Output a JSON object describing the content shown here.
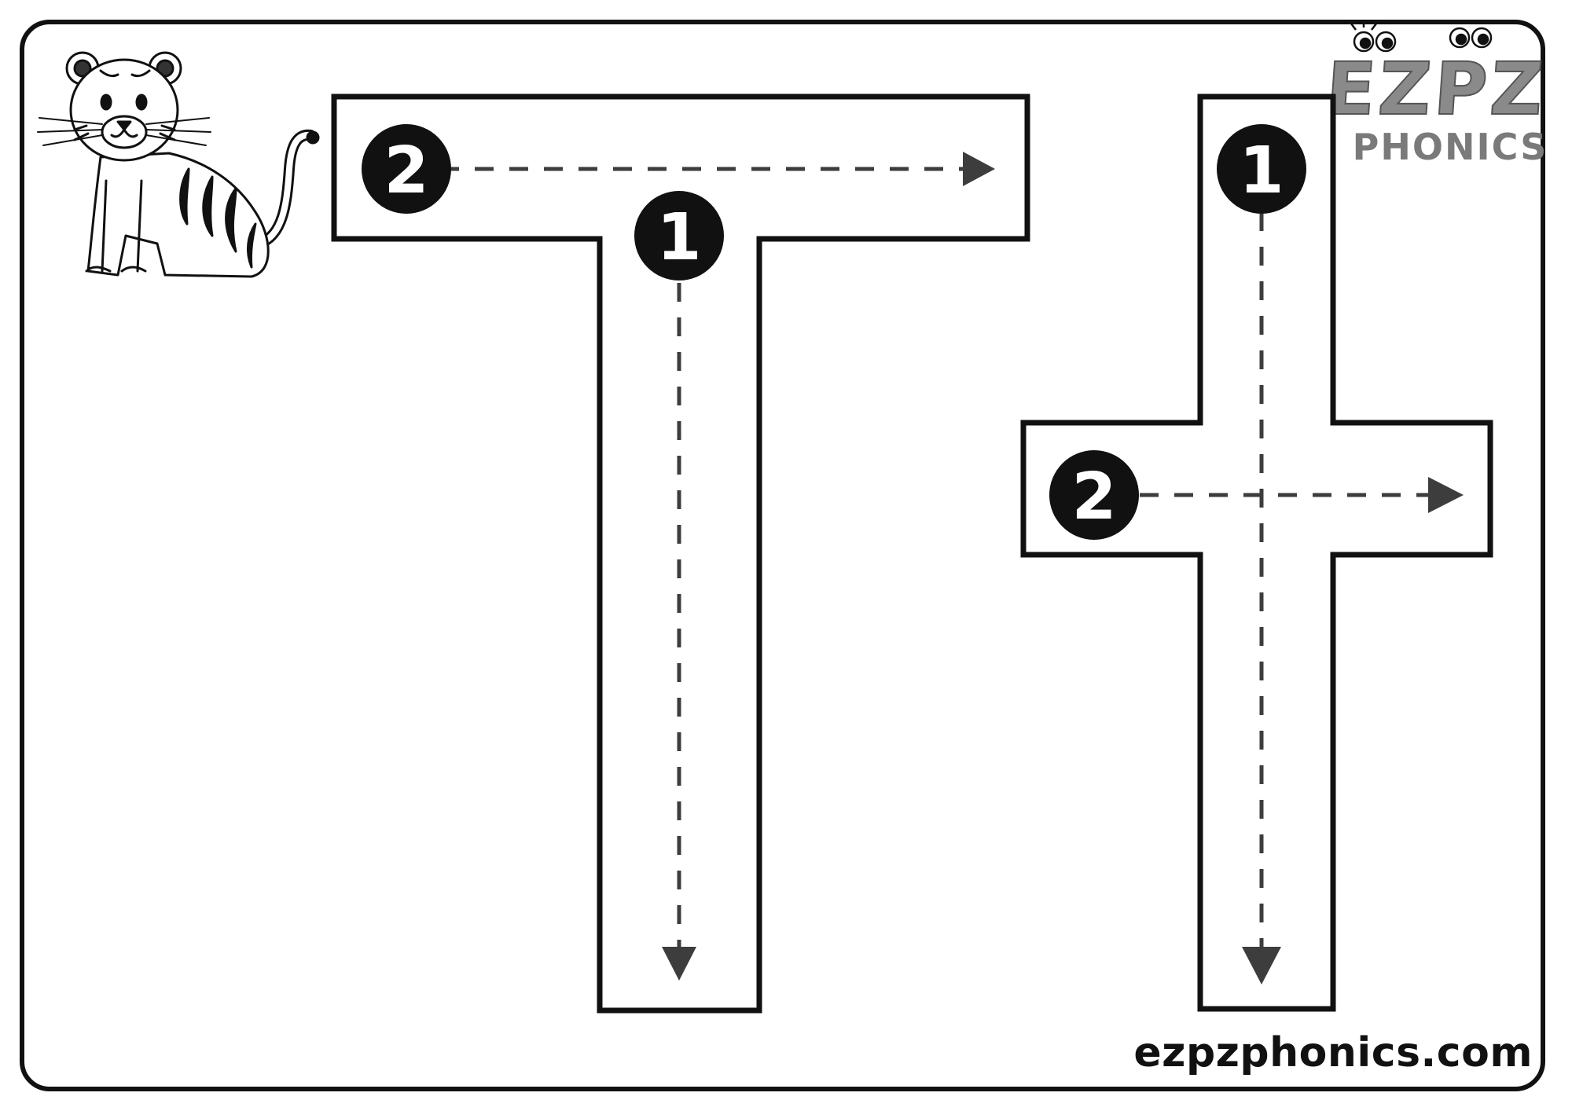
{
  "worksheet": {
    "letter_upper": "T",
    "letter_lower": "t",
    "mascot": "tiger",
    "footer_url": "ezpzphonics.com"
  },
  "brand": {
    "logo_top": "EZPZ",
    "logo_bottom": "PHONICS"
  },
  "strokes": {
    "upper": [
      {
        "number": "1",
        "direction": "down"
      },
      {
        "number": "2",
        "direction": "right"
      }
    ],
    "lower": [
      {
        "number": "1",
        "direction": "down"
      },
      {
        "number": "2",
        "direction": "right"
      }
    ]
  },
  "colors": {
    "outline": "#111111",
    "guide": "#3d3d3d",
    "logo_fill": "#8a8a8a"
  },
  "icons": {
    "stroke_marker": "filled-black-circle",
    "arrow": "triangle-arrowhead"
  }
}
